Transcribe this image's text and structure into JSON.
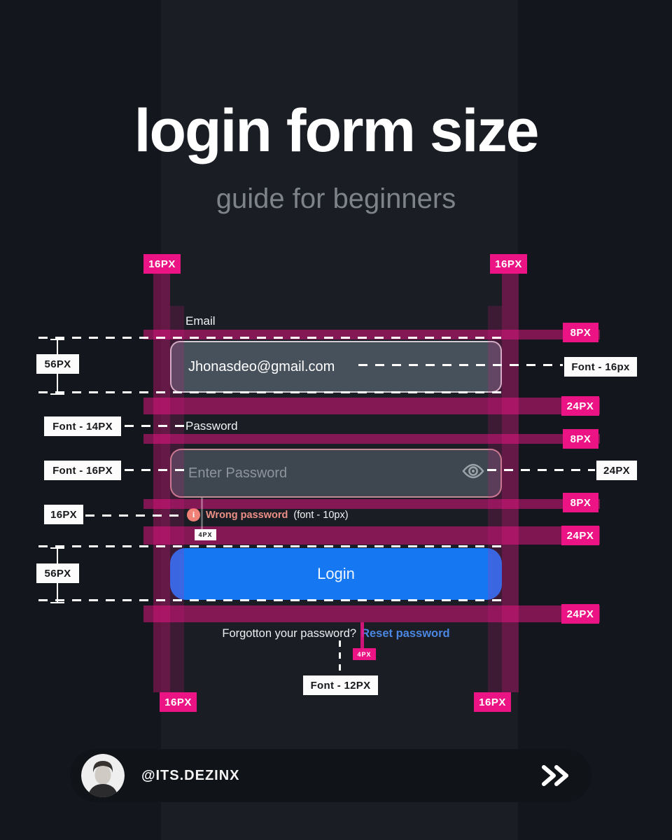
{
  "header": {
    "title": "login form size",
    "subtitle": "guide for beginners"
  },
  "form": {
    "email_label": "Email",
    "email_value": "Jhonasdeo@gmail.com",
    "password_label": "Password",
    "password_placeholder": "Enter Password",
    "error_message": "Wrong password",
    "error_font_note": "(font - 10px)",
    "login_button": "Login",
    "forgot_text": "Forgotton your password?",
    "reset_link": "Reset password"
  },
  "annotations": {
    "pink": [
      {
        "text": "16PX"
      },
      {
        "text": "16PX"
      },
      {
        "text": "8PX"
      },
      {
        "text": "24PX"
      },
      {
        "text": "8PX"
      },
      {
        "text": "8PX"
      },
      {
        "text": "24PX"
      },
      {
        "text": "24PX"
      },
      {
        "text": "16PX"
      },
      {
        "text": "16PX"
      },
      {
        "text": "4PX"
      }
    ],
    "white": [
      {
        "text": "56PX"
      },
      {
        "text": "Font - 14PX"
      },
      {
        "text": "Font - 16PX"
      },
      {
        "text": "16PX"
      },
      {
        "text": "56PX"
      },
      {
        "text": "Font - 16px"
      },
      {
        "text": "24PX"
      },
      {
        "text": "Font - 12PX"
      },
      {
        "text": "4PX"
      }
    ]
  },
  "footer": {
    "handle": "@ITS.DEZINX"
  },
  "icons": {
    "eye": "eye-icon",
    "info": "info-icon",
    "chevrons": "double-chevron-right-icon"
  },
  "colors": {
    "accent_pink": "#EC1484",
    "button_blue": "#1677F3",
    "link_blue": "#4B87E2",
    "error_salmon": "#F08176",
    "input_bg": "#47515C"
  }
}
